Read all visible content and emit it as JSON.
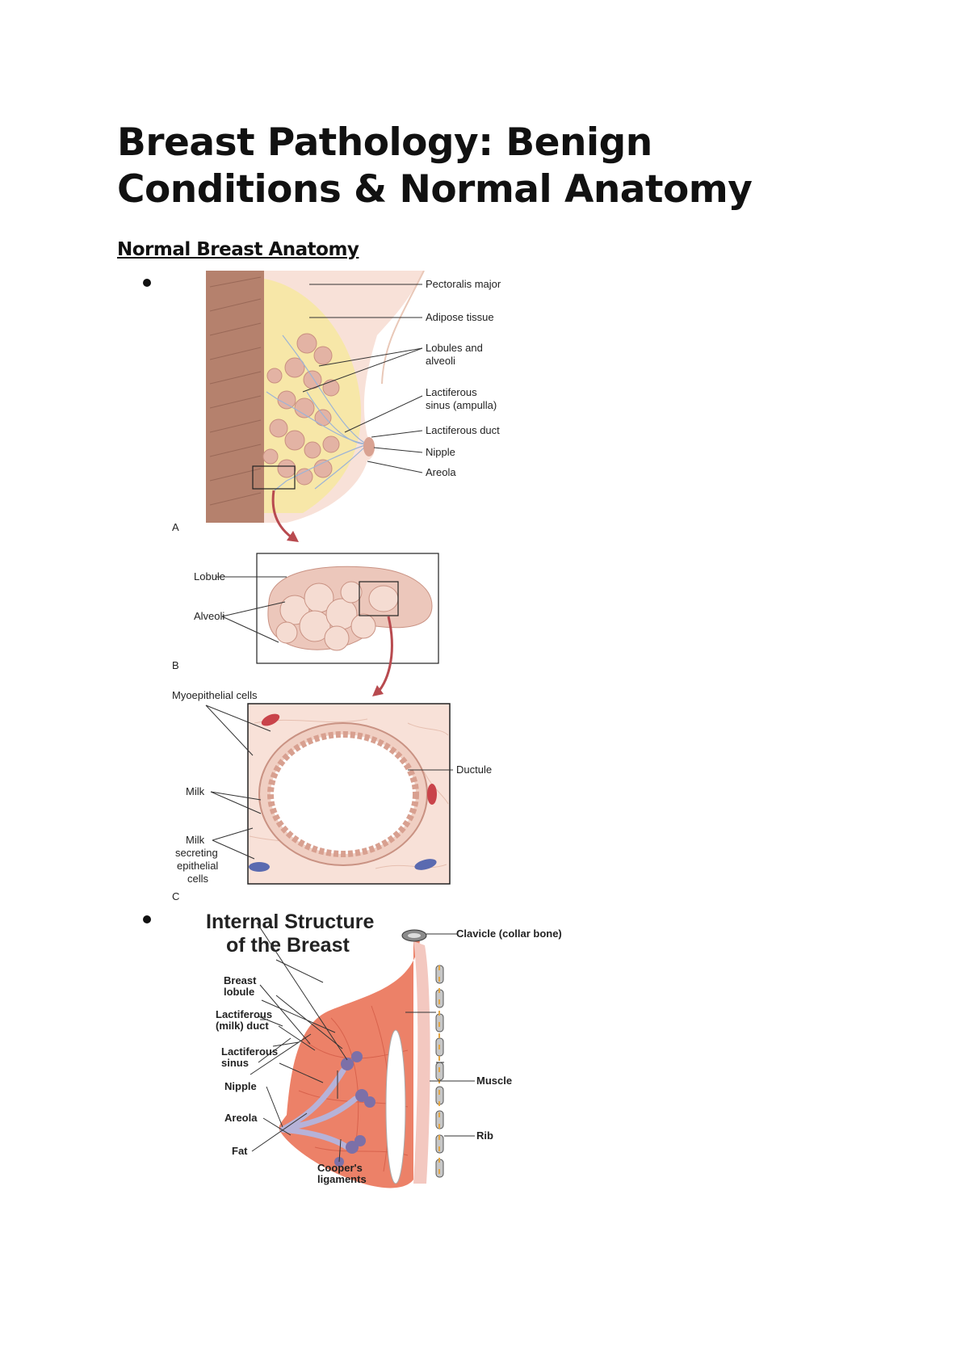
{
  "document": {
    "title_line1": "Breast Pathology: Benign",
    "title_line2": "Conditions & Normal Anatomy",
    "section_heading": "Normal Breast Anatomy"
  },
  "figure1": {
    "labels": {
      "pectoralis": "Pectoralis major",
      "adipose": "Adipose tissue",
      "lobules1": "Lobules and",
      "lobules2": "alveoli",
      "sinus1": "Lactiferous",
      "sinus2": "sinus (ampulla)",
      "duct": "Lactiferous duct",
      "nipple": "Nipple",
      "areola": "Areola",
      "panelA": "A",
      "lobule": "Lobule",
      "alveoli": "Alveoli",
      "panelB": "B",
      "myoepithelial": "Myoepithelial cells",
      "ductule": "Ductule",
      "milk": "Milk",
      "secreting1": "Milk",
      "secreting2": "secreting",
      "secreting3": "epithelial",
      "secreting4": "cells",
      "panelC": "C"
    }
  },
  "figure2": {
    "title1": "Internal Structure",
    "title2": "of the Breast",
    "labels": {
      "clavicle": "Clavicle (collar bone)",
      "lobule1": "Breast",
      "lobule2": "lobule",
      "duct1": "Lactiferous",
      "duct2": "(milk) duct",
      "sinus1": "Lactiferous",
      "sinus2": "sinus",
      "nipple": "Nipple",
      "areola": "Areola",
      "fat": "Fat",
      "muscle": "Muscle",
      "rib": "Rib",
      "cooper1": "Cooper's",
      "cooper2": "ligaments"
    }
  },
  "colors": {
    "muscle": "#b5816d",
    "adipose": "#f7e7a8",
    "lobule": "#ecc7bb",
    "tissue": "#f8e1d8",
    "arrow": "#b84a4f",
    "fig2_breast": "#ec8168",
    "fig2_lobule": "#7c70a8"
  }
}
